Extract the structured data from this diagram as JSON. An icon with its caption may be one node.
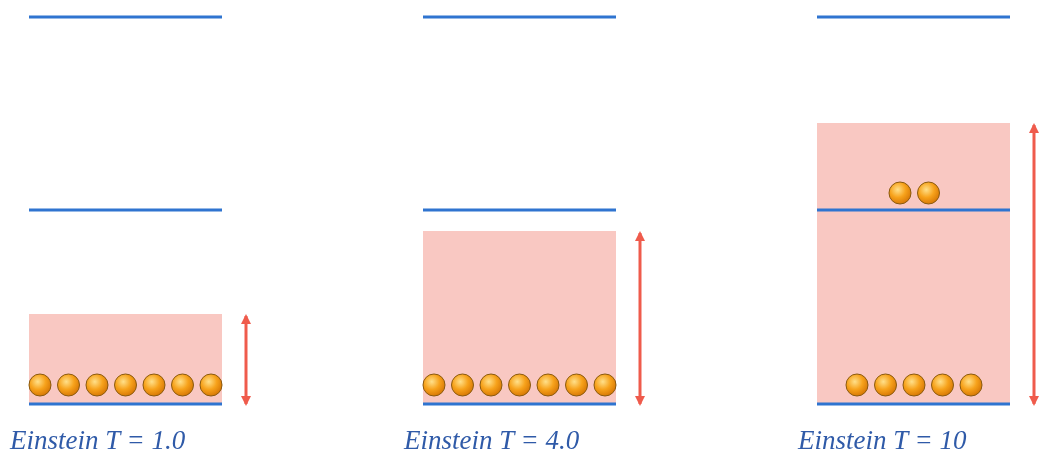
{
  "diagram": {
    "labels": [
      "Einstein T = 1.0",
      "Einstein T = 4.0",
      "Einstein T = 10"
    ]
  }
}
